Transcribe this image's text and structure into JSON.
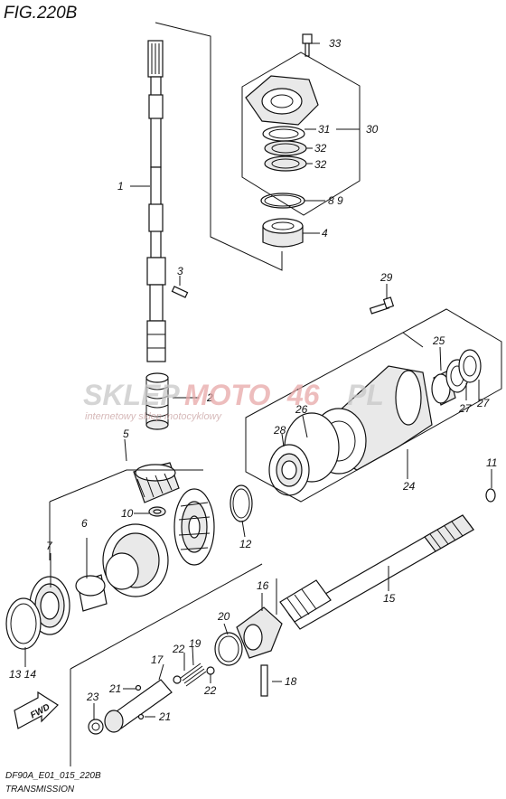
{
  "figure": {
    "title": "FIG.220B"
  },
  "footer": {
    "code": "DF90A_E01_015_220B",
    "caption": "TRANSMISSION"
  },
  "watermark": {
    "brand_a": "SKLEP",
    "brand_b": "MOTO",
    "brand_c": "46",
    "brand_d": "PL",
    "tagline": "internetowy sklep motocyklowy",
    "colors": {
      "grey": "#c8c8c8",
      "red": "#e7a7a7"
    }
  },
  "direction_badge": {
    "text": "FWD"
  },
  "callouts": {
    "c1": "1",
    "c2": "2",
    "c3": "3",
    "c4": "4",
    "c5": "5",
    "c6": "6",
    "c7": "7",
    "c8_9": "8 9",
    "c10": "10",
    "c11": "11",
    "c12": "12",
    "c13_14": "13 14",
    "c15": "15",
    "c16": "16",
    "c17": "17",
    "c18": "18",
    "c19": "19",
    "c20": "20",
    "c21a": "21",
    "c21b": "21",
    "c22a": "22",
    "c22b": "22",
    "c23": "23",
    "c24": "24",
    "c25": "25",
    "c26": "26",
    "c27a": "27",
    "c27b": "27",
    "c28": "28",
    "c29": "29",
    "c30": "30",
    "c31": "31",
    "c32a": "32",
    "c32b": "32",
    "c33": "33"
  }
}
